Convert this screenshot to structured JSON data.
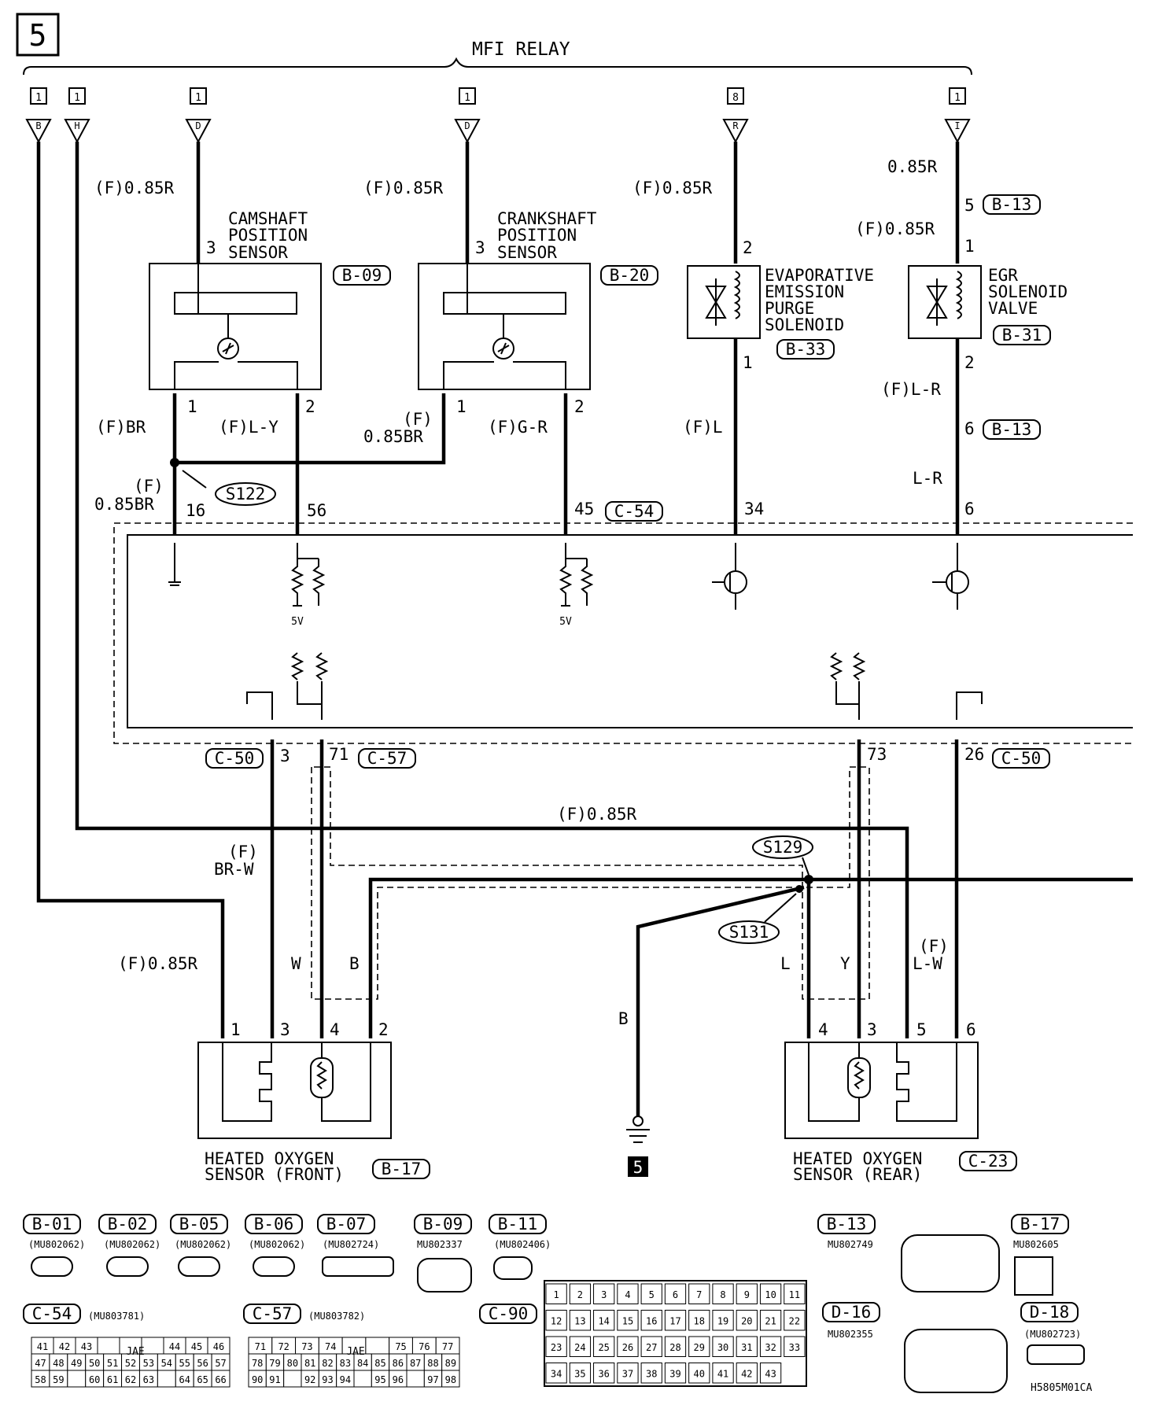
{
  "page_number": "5",
  "header_label": "MFI RELAY",
  "relay_pins": [
    {
      "num": "1",
      "letter": "B"
    },
    {
      "num": "1",
      "letter": "H"
    },
    {
      "num": "1",
      "letter": "D"
    },
    {
      "num": "1",
      "letter": "D"
    },
    {
      "num": "8",
      "letter": "R"
    },
    {
      "num": "1",
      "letter": "I"
    }
  ],
  "components": {
    "camshaft": {
      "name": [
        "CAMSHAFT",
        "POSITION",
        "SENSOR"
      ],
      "connector": "B-09"
    },
    "crankshaft": {
      "name": [
        "CRANKSHAFT",
        "POSITION",
        "SENSOR"
      ],
      "connector": "B-20"
    },
    "evap": {
      "name": [
        "EVAPORATIVE",
        "EMISSION",
        "PURGE",
        "SOLENOID"
      ],
      "connector": "B-33"
    },
    "egr": {
      "name": [
        "EGR",
        "SOLENOID",
        "VALVE"
      ],
      "connector": "B-31"
    },
    "hos_front": {
      "name": [
        "HEATED OXYGEN",
        "SENSOR (FRONT)"
      ],
      "connector": "B-17"
    },
    "hos_rear": {
      "name": [
        "HEATED OXYGEN",
        "SENSOR (REAR)"
      ],
      "connector": "C-23"
    }
  },
  "splices": [
    "S122",
    "S129",
    "S131"
  ],
  "ground_label": "5",
  "wire_labels": {
    "f085r": "(F)0.85R",
    "r085": "0.85R",
    "fbr": "(F)BR",
    "fly": "(F)L-Y",
    "f": "(F)",
    "f085br": "0.85BR",
    "fgr": "(F)G-R",
    "fl": "(F)L",
    "flr": "(F)L-R",
    "lr": "L-R",
    "brw": "BR-W",
    "w": "W",
    "b": "B",
    "l": "L",
    "y": "Y",
    "lw": "L-W"
  },
  "pin_labels": {
    "p1": "1",
    "p2": "2",
    "p3": "3",
    "p4": "4",
    "p5": "5",
    "p6": "6",
    "p16": "16",
    "p56": "56",
    "p45": "45",
    "p34": "34",
    "p71": "71",
    "p73": "73",
    "p26": "26"
  },
  "ecu_connectors": {
    "c54": "C-54",
    "c50": "C-50",
    "c57": "C-57",
    "b13": "B-13"
  },
  "voltage": "5V",
  "connector_legend": [
    {
      "id": "B-01",
      "part": "(MU802062)"
    },
    {
      "id": "B-02",
      "part": "(MU802062)"
    },
    {
      "id": "B-05",
      "part": "(MU802062)"
    },
    {
      "id": "B-06",
      "part": "(MU802062)"
    },
    {
      "id": "B-07",
      "part": "(MU802724)"
    },
    {
      "id": "B-09",
      "part": "MU802337"
    },
    {
      "id": "B-11",
      "part": "(MU802406)"
    },
    {
      "id": "B-13",
      "part": "MU802749"
    },
    {
      "id": "B-17",
      "part": "MU802605"
    },
    {
      "id": "C-54",
      "part": "(MU803781)"
    },
    {
      "id": "C-57",
      "part": "(MU803782)"
    },
    {
      "id": "C-90",
      "part": ""
    },
    {
      "id": "D-16",
      "part": "MU802355"
    },
    {
      "id": "D-18",
      "part": "(MU802723)"
    }
  ],
  "jae": "JAE",
  "c54_rows": [
    [
      "41",
      "42",
      "43",
      "",
      "",
      "",
      "44",
      "45",
      "46"
    ],
    [
      "47",
      "48",
      "49",
      "50",
      "51",
      "52",
      "53",
      "54",
      "55",
      "56",
      "57"
    ],
    [
      "58",
      "59",
      "",
      "60",
      "61",
      "62",
      "63",
      "",
      "64",
      "65",
      "66"
    ]
  ],
  "c57_rows": [
    [
      "71",
      "72",
      "73",
      "74",
      "",
      "",
      "75",
      "76",
      "77"
    ],
    [
      "78",
      "79",
      "80",
      "81",
      "82",
      "83",
      "84",
      "85",
      "86",
      "87",
      "88",
      "89"
    ],
    [
      "90",
      "91",
      "",
      "92",
      "93",
      "94",
      "",
      "95",
      "96",
      "",
      "97",
      "98"
    ]
  ],
  "c90_cells": [
    "1",
    "2",
    "3",
    "4",
    "5",
    "6",
    "7",
    "8",
    "9",
    "10",
    "11",
    "12",
    "13",
    "14",
    "15",
    "16",
    "17",
    "18",
    "19",
    "20",
    "21",
    "22",
    "23",
    "24",
    "25",
    "26",
    "27",
    "28",
    "29",
    "30",
    "31",
    "32",
    "33",
    "34",
    "35",
    "36",
    "37",
    "38",
    "39",
    "40",
    "41",
    "42",
    "43"
  ],
  "doc_code": "H5805M01CA"
}
